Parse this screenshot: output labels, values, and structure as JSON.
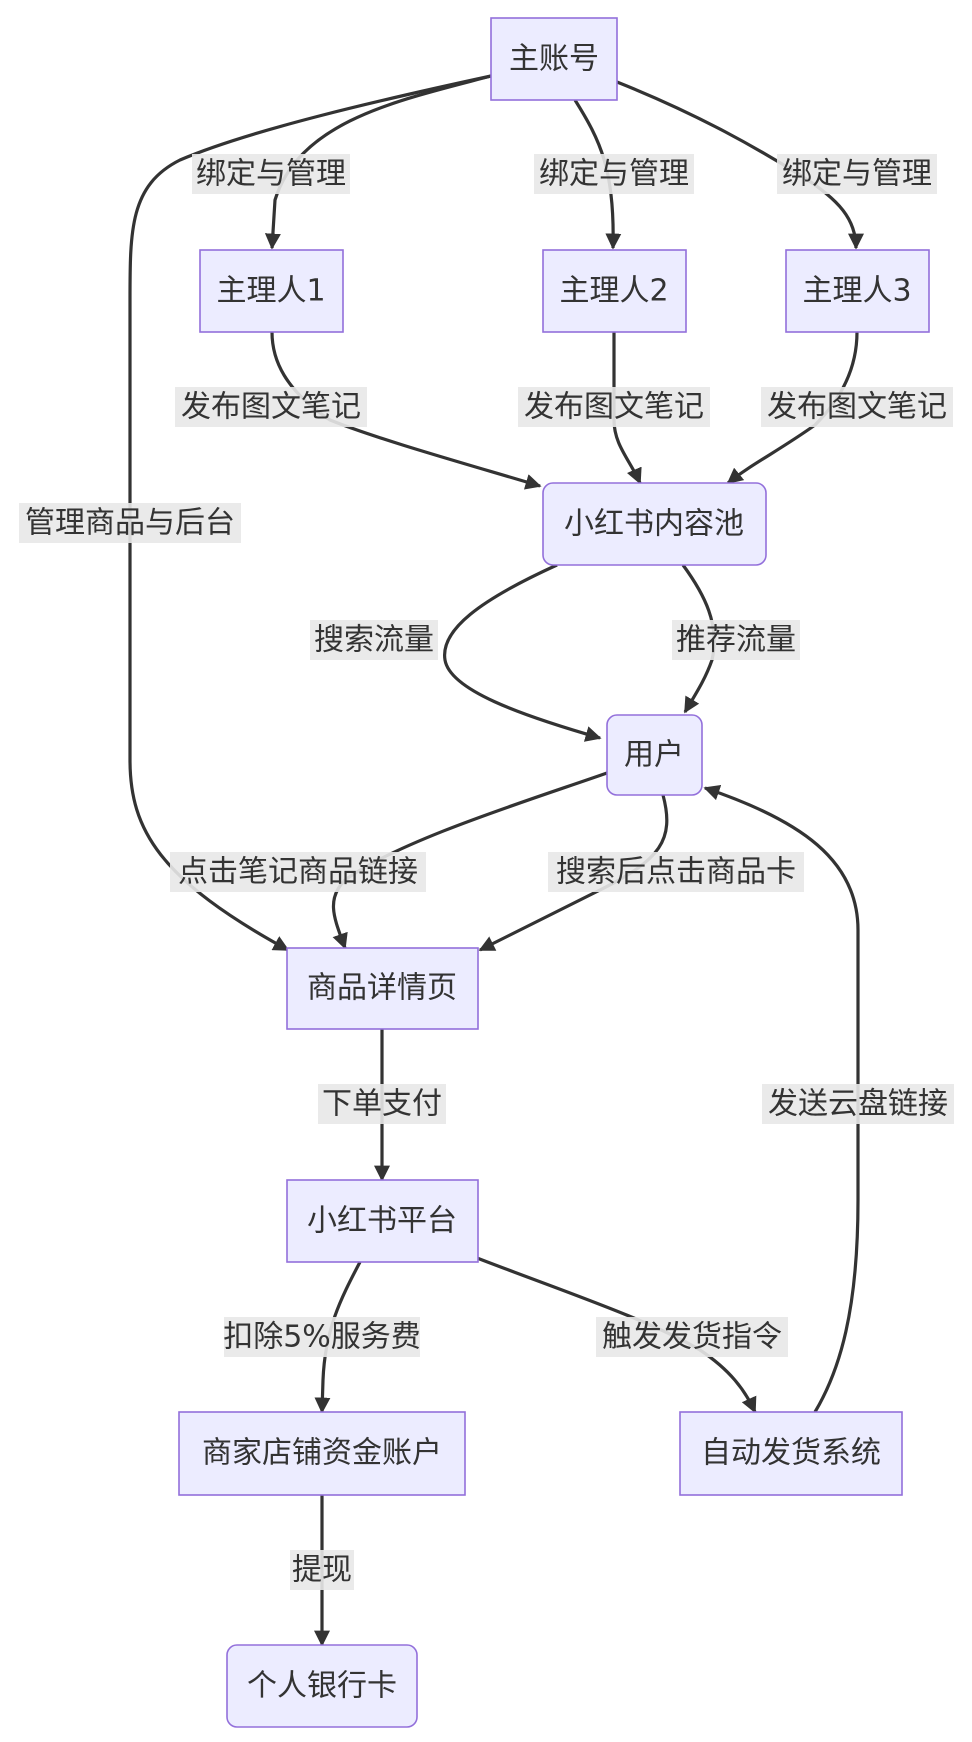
{
  "nodes": {
    "main": "主账号",
    "agent1": "主理人1",
    "agent2": "主理人2",
    "agent3": "主理人3",
    "pool": "小红书内容池",
    "user": "用户",
    "detail": "商品详情页",
    "platform": "小红书平台",
    "account": "商家店铺资金账户",
    "ship": "自动发货系统",
    "bank": "个人银行卡"
  },
  "edges": {
    "bind1": "绑定与管理",
    "bind2": "绑定与管理",
    "bind3": "绑定与管理",
    "manage": "管理商品与后台",
    "post1": "发布图文笔记",
    "post2": "发布图文笔记",
    "post3": "发布图文笔记",
    "search": "搜索流量",
    "recommend": "推荐流量",
    "click_note": "点击笔记商品链接",
    "click_card": "搜索后点击商品卡",
    "pay": "下单支付",
    "fee": "扣除5%服务费",
    "trigger": "触发发货指令",
    "send_link": "发送云盘链接",
    "withdraw": "提现"
  }
}
